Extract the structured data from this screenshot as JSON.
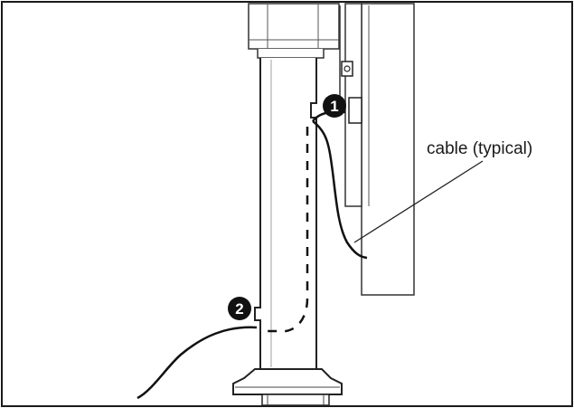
{
  "diagram": {
    "callout_label": "cable (typical)",
    "steps": [
      {
        "number": "1"
      },
      {
        "number": "2"
      }
    ],
    "line_color": "#111111",
    "fill_color": "#ffffff"
  }
}
